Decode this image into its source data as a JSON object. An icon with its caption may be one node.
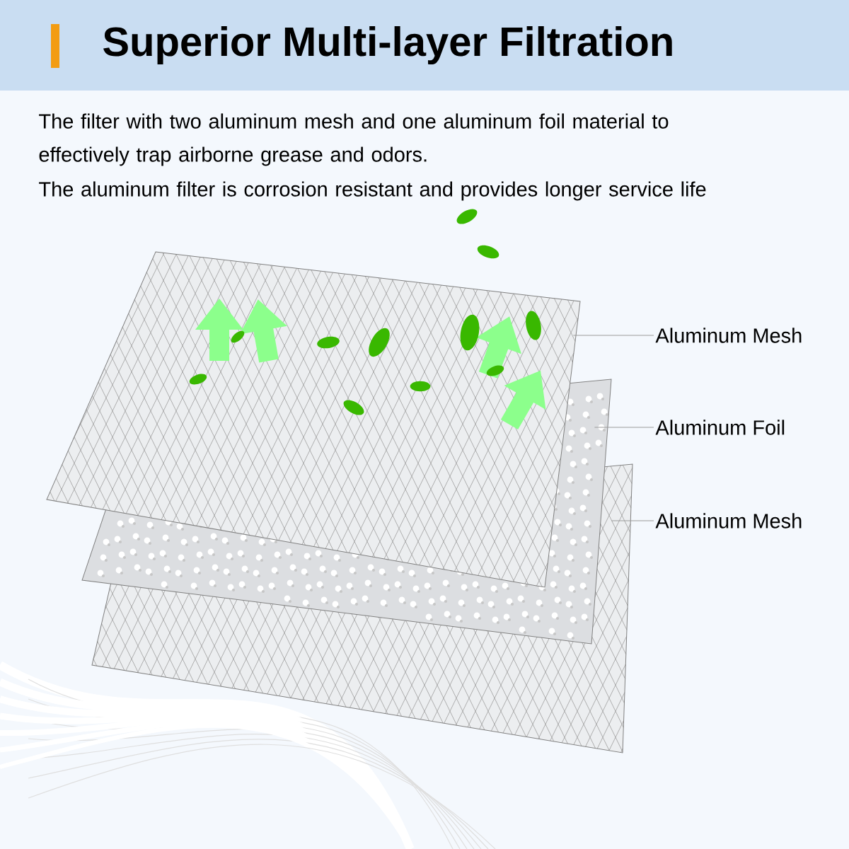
{
  "diagram": {
    "title": "Superior Multi-layer Filtration",
    "nodes": [
      {
        "text": [],
        "shape": "picture"
      },
      {
        "text": [],
        "shape": "picture"
      },
      {
        "text": [],
        "shape": "picture"
      },
      {
        "text": [
          "Aluminum Mesh"
        ]
      },
      {
        "text": [
          "Aluminum Foil"
        ]
      },
      {
        "text": [
          "Aluminum Mesh"
        ]
      }
    ],
    "edges": [
      {
        "from": 3,
        "to": 0,
        "arrow": "none"
      },
      {
        "from": 4,
        "to": 1,
        "arrow": "none"
      },
      {
        "from": 5,
        "to": 2,
        "arrow": "none"
      }
    ],
    "labels": [
      "The filter with two aluminum mesh and one aluminum foil material to effectively trap airborne grease and odors.",
      "The aluminum filter is corrosion resistant and provides longer service life"
    ]
  }
}
